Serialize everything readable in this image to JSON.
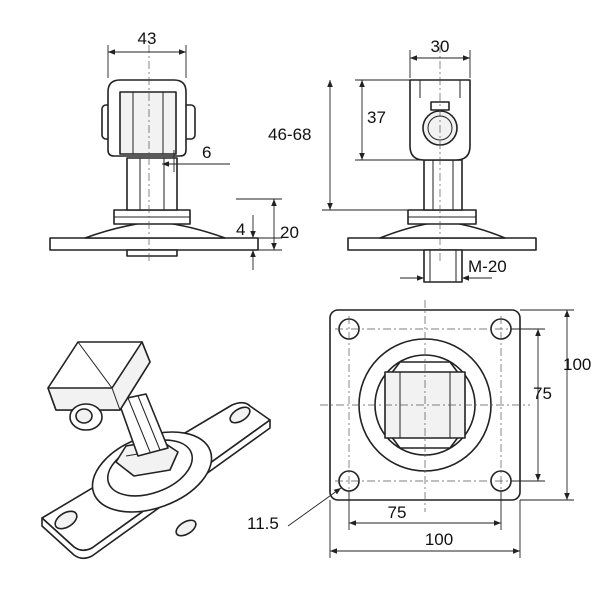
{
  "dimensions": {
    "width_side_top": "43",
    "wall_thickness": "6",
    "base_thickness": "4",
    "base_height": "20",
    "width_front_top": "30",
    "eye_height": "37",
    "height_range": "46-68",
    "thread": "M-20",
    "hole_spacing_v": "75",
    "plate_size_v": "100",
    "hole_diameter": "11.5",
    "hole_spacing_h": "75",
    "plate_size_h": "100"
  },
  "colors": {
    "line": "#222222",
    "background": "#ffffff"
  }
}
